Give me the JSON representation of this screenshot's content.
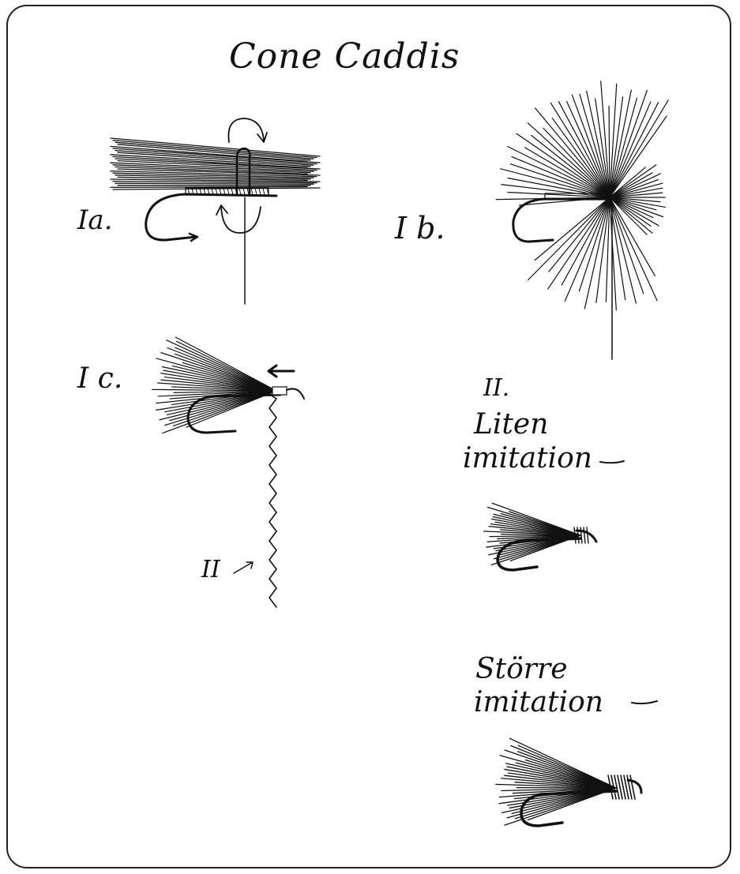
{
  "title": "Cone Caddis",
  "steps": {
    "step_1a": "Ia.",
    "step_1b": "I b.",
    "step_1c": "I c.",
    "thread_marker": "II",
    "step_2": "II."
  },
  "variants": {
    "small_line1": "Liten",
    "small_line2": "imitation",
    "large_line1": "Större",
    "large_line2": "imitation"
  },
  "colors": {
    "ink": "#111111",
    "paper": "#ffffff"
  }
}
